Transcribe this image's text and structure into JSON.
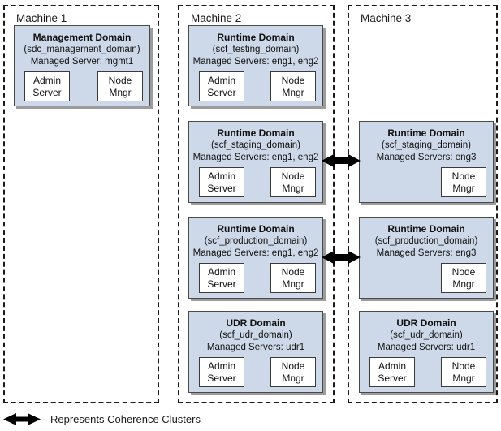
{
  "machines": [
    {
      "label": "Machine 1",
      "domains": [
        {
          "title": "Management Domain",
          "subtitle": "(sdc_management_domain)",
          "servers": "Managed Server: mgmt1",
          "admin": "Admin Server",
          "node": "Node Mngr"
        }
      ]
    },
    {
      "label": "Machine 2",
      "domains": [
        {
          "title": "Runtime Domain",
          "subtitle": "(scf_testing_domain)",
          "servers": "Managed Servers: eng1, eng2",
          "admin": "Admin Server",
          "node": "Node Mngr"
        },
        {
          "title": "Runtime Domain",
          "subtitle": "(scf_staging_domain)",
          "servers": "Managed Servers: eng1, eng2",
          "admin": "Admin Server",
          "node": "Node Mngr"
        },
        {
          "title": "Runtime Domain",
          "subtitle": "(scf_production_domain)",
          "servers": "Managed Servers: eng1, eng2",
          "admin": "Admin Server",
          "node": "Node Mngr"
        },
        {
          "title": "UDR Domain",
          "subtitle": "(scf_udr_domain)",
          "servers": "Managed Servers: udr1",
          "admin": "Admin Server",
          "node": "Node Mngr"
        }
      ]
    },
    {
      "label": "Machine 3",
      "domains": [
        {
          "title": "Runtime Domain",
          "subtitle": "(scf_staging_domain)",
          "servers": "Managed Servers: eng3",
          "node": "Node Mngr"
        },
        {
          "title": "Runtime Domain",
          "subtitle": "(scf_production_domain)",
          "servers": "Managed Servers: eng3",
          "node": "Node Mngr"
        },
        {
          "title": "UDR Domain",
          "subtitle": "(scf_udr_domain)",
          "servers": "Managed Servers: udr1",
          "admin": "Admin Server",
          "node": "Node Mngr"
        }
      ]
    }
  ],
  "legend": {
    "text": "Represents Coherence Clusters"
  },
  "colors": {
    "domain_fill": "#cdd9e8",
    "domain_border": "#4a4a4a",
    "shadow": "#9c9c9c",
    "machine_border": "#1a1a1a",
    "arrow": "#000000"
  }
}
